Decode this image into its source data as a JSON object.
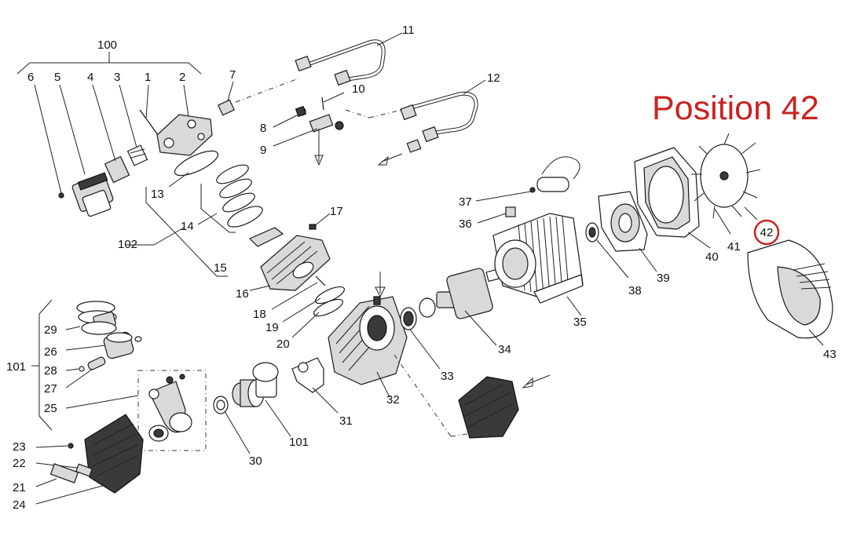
{
  "header": {
    "title": "Position 42"
  },
  "highlight": {
    "label": "42",
    "color": "#c9231f"
  },
  "callouts": {
    "n1": "1",
    "n2": "2",
    "n3": "3",
    "n4": "4",
    "n5": "5",
    "n6": "6",
    "n7": "7",
    "n8": "8",
    "n9": "9",
    "n10": "10",
    "n11": "11",
    "n12": "12",
    "n13": "13",
    "n14": "14",
    "n15": "15",
    "n16": "16",
    "n17": "17",
    "n18": "18",
    "n19": "19",
    "n20": "20",
    "n21": "21",
    "n22": "22",
    "n23": "23",
    "n24": "24",
    "n25": "25",
    "n26": "26",
    "n27": "27",
    "n28": "28",
    "n29": "29",
    "n30": "30",
    "n31": "31",
    "n32": "32",
    "n33": "33",
    "n34": "34",
    "n35": "35",
    "n36": "36",
    "n37": "37",
    "n38": "38",
    "n39": "39",
    "n40": "40",
    "n41": "41",
    "n43": "43",
    "n100": "100",
    "n101a": "101",
    "n101b": "101",
    "n102": "102"
  }
}
